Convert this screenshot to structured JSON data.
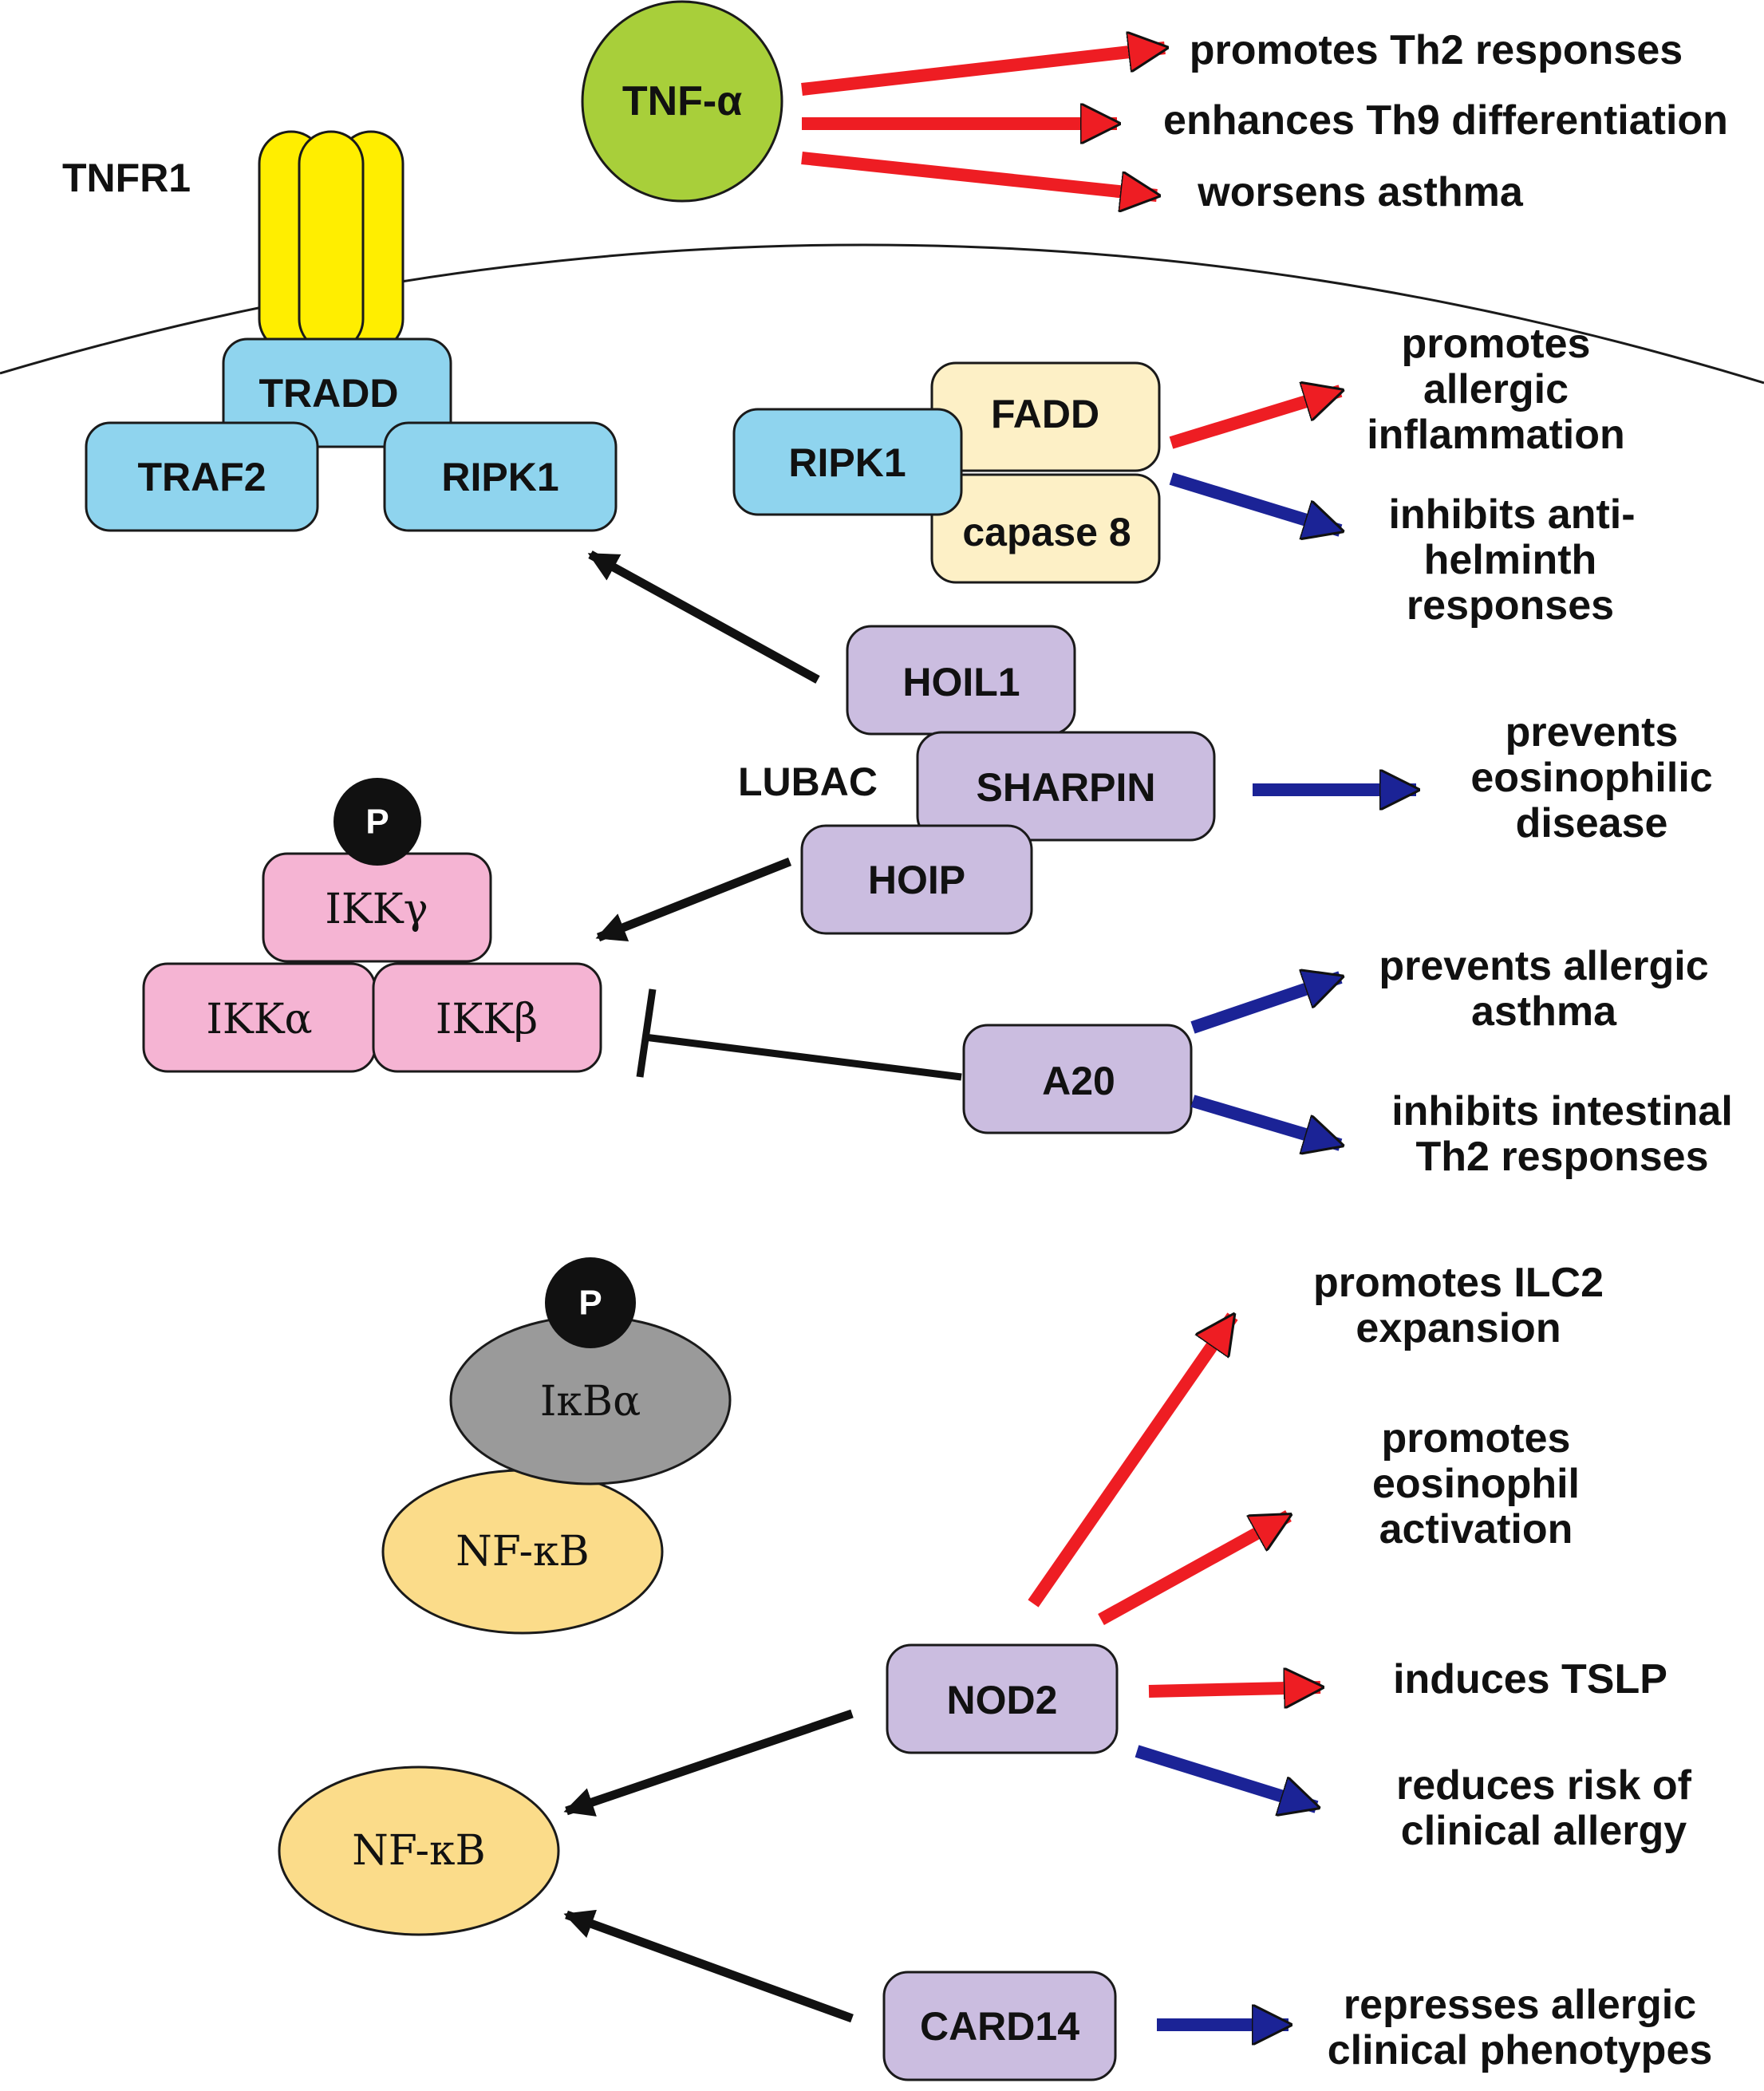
{
  "ligand": {
    "label": "TNF-α",
    "color": "#a8cf3a"
  },
  "receptor": {
    "label": "TNFR1",
    "color": "#ffee00"
  },
  "ligand_effects": [
    "promotes Th2 responses",
    "enhances Th9 differentiation",
    "worsens asthma"
  ],
  "adaptor_complex": {
    "tradd": "TRADD",
    "traf2": "TRAF2",
    "ripk1": "RIPK1",
    "color": "#8fd4ee"
  },
  "death_complex": {
    "ripk1": "RIPK1",
    "fadd": "FADD",
    "caspase8": "capase 8",
    "fadd_color": "#fdf0c6",
    "effect_promotes": [
      "promotes",
      "allergic",
      "inflammation"
    ],
    "effect_inhibits": [
      "inhibits anti-",
      "helminth",
      "responses"
    ]
  },
  "lubac": {
    "label": "LUBAC",
    "hoil1": "HOIL1",
    "sharpin": "SHARPIN",
    "hoip": "HOIP",
    "color": "#cbbde0",
    "effect": [
      "prevents",
      "eosinophilic",
      "disease"
    ]
  },
  "ikk_complex": {
    "phospho": "P",
    "gamma": "IKKγ",
    "alpha": "IKKα",
    "beta": "IKKβ",
    "color": "#f5b4d3"
  },
  "a20": {
    "label": "A20",
    "effect_asthma": [
      "prevents allergic",
      "asthma"
    ],
    "effect_th2": [
      "inhibits intestinal",
      "Th2 responses"
    ]
  },
  "nfkb_inhibited": {
    "phospho": "P",
    "ikba": "IκBα",
    "nfkb": "NF-κB",
    "ikba_color": "#9a9a9a",
    "nfkb_color": "#fbdc8a"
  },
  "nfkb_active": {
    "label": "NF-κB"
  },
  "nod2": {
    "label": "NOD2",
    "effect_ilc2": [
      "promotes ILC2",
      "expansion"
    ],
    "effect_eos": [
      "promotes",
      "eosinophil",
      "activation"
    ],
    "effect_tslp": [
      "induces TSLP"
    ],
    "effect_allergy": [
      "reduces risk of",
      "clinical allergy"
    ]
  },
  "card14": {
    "label": "CARD14",
    "effect": [
      "represses allergic",
      "clinical phenotypes"
    ]
  },
  "colors": {
    "activating_arrow": "#ee1d23",
    "inhibitory_arrow": "#1b2396",
    "pathway_arrow": "#111111",
    "outline": "#1a1a1a"
  }
}
